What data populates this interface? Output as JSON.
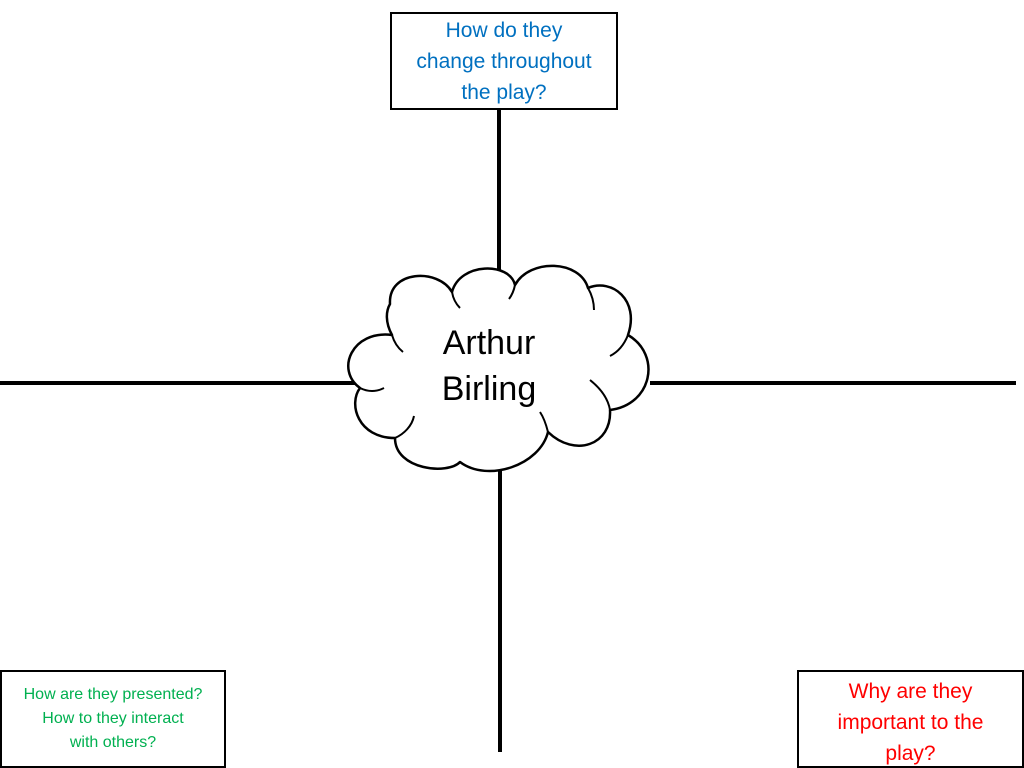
{
  "center": {
    "label": "Arthur\nBirling"
  },
  "prompts": {
    "top": {
      "text": "How do they\nchange throughout\nthe play?",
      "color": "#0070C0"
    },
    "bottom_left": {
      "text": "How are they presented?\nHow to they interact\nwith others?",
      "color": "#00B050"
    },
    "bottom_right": {
      "text": "Why are they\nimportant to the\nplay?",
      "color": "#FF0000"
    }
  },
  "colors": {
    "lines": "#000000",
    "background": "#FFFFFF"
  }
}
